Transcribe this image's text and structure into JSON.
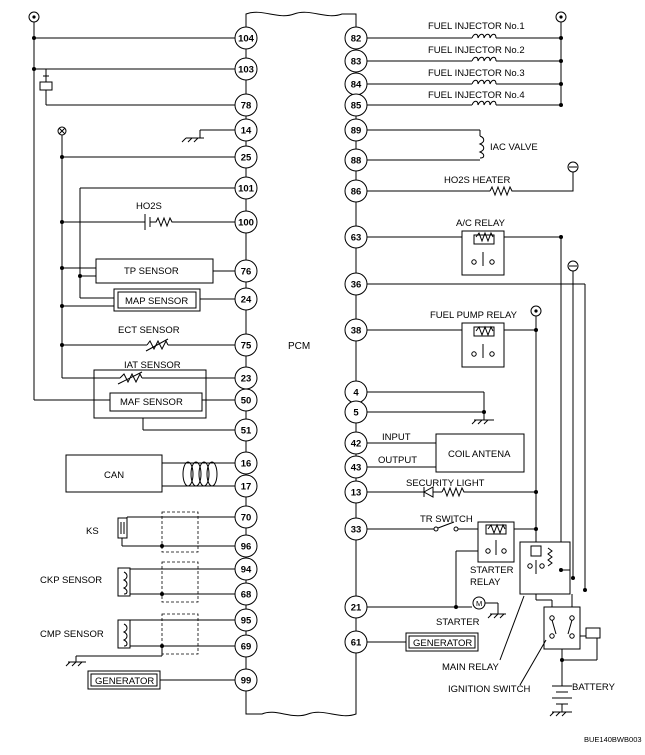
{
  "pcm_label": "PCM",
  "diagram_code": "BUE140BWB003",
  "left_pins": [
    "104",
    "103",
    "78",
    "14",
    "25",
    "101",
    "100",
    "76",
    "24",
    "75",
    "23",
    "50",
    "51",
    "16",
    "17",
    "70",
    "96",
    "94",
    "68",
    "95",
    "69",
    "99"
  ],
  "right_pins": [
    "82",
    "83",
    "84",
    "85",
    "89",
    "88",
    "86",
    "63",
    "36",
    "38",
    "4",
    "5",
    "42",
    "43",
    "13",
    "33",
    "21",
    "61"
  ],
  "labels": {
    "fuel_injector_1": "FUEL INJECTOR No.1",
    "fuel_injector_2": "FUEL INJECTOR No.2",
    "fuel_injector_3": "FUEL INJECTOR No.3",
    "fuel_injector_4": "FUEL INJECTOR No.4",
    "iac_valve": "IAC VALVE",
    "ho2s_heater": "HO2S HEATER",
    "ac_relay": "A/C RELAY",
    "fuel_pump_relay": "FUEL PUMP RELAY",
    "input": "INPUT",
    "output": "OUTPUT",
    "coil_antena": "COIL ANTENA",
    "security_light": "SECURITY LIGHT",
    "tr_switch": "TR SWITCH",
    "starter_relay_1": "STARTER",
    "starter_relay_2": "RELAY",
    "starter": "STARTER",
    "generator_right": "GENERATOR",
    "main_relay": "MAIN RELAY",
    "ignition_switch": "IGNITION SWITCH",
    "battery": "BATTERY",
    "ho2s": "HO2S",
    "tp_sensor": "TP SENSOR",
    "map_sensor": "MAP SENSOR",
    "ect_sensor": "ECT SENSOR",
    "iat_sensor": "IAT SENSOR",
    "maf_sensor": "MAF SENSOR",
    "can": "CAN",
    "ks": "KS",
    "ckp_sensor": "CKP SENSOR",
    "cmp_sensor": "CMP SENSOR",
    "generator_left": "GENERATOR"
  }
}
